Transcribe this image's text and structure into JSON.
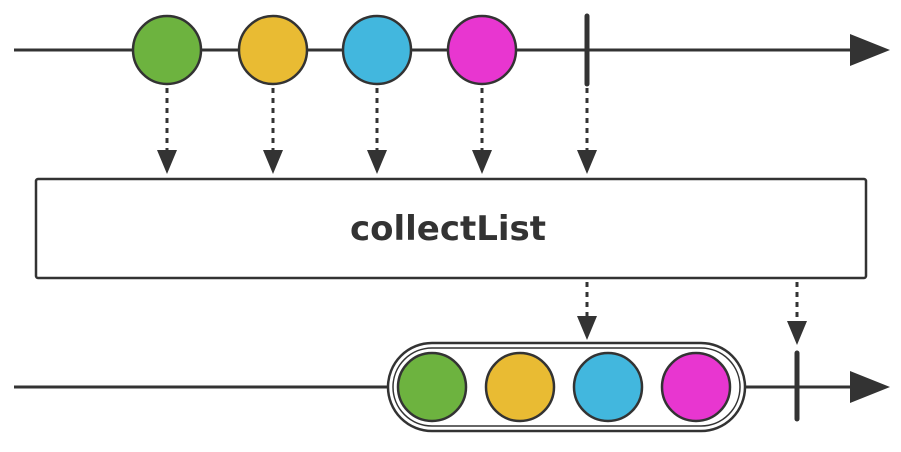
{
  "operator": {
    "label": "collectList"
  },
  "colors": {
    "stroke": "#333333",
    "box_fill": "#ffffff",
    "background": "#ffffff"
  },
  "source_items": [
    {
      "name": "green",
      "color": "#6db33f"
    },
    {
      "name": "yellow",
      "color": "#e9bb33"
    },
    {
      "name": "blue",
      "color": "#42b7de"
    },
    {
      "name": "magenta",
      "color": "#e836d0"
    }
  ],
  "result_items": [
    {
      "name": "green",
      "color": "#6db33f"
    },
    {
      "name": "yellow",
      "color": "#e9bb33"
    },
    {
      "name": "blue",
      "color": "#42b7de"
    },
    {
      "name": "magenta",
      "color": "#e836d0"
    }
  ]
}
